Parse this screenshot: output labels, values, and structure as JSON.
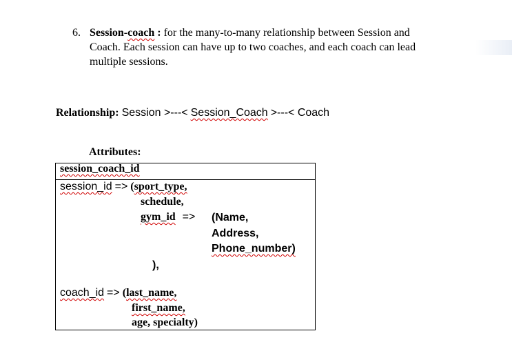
{
  "item": {
    "number": "6.",
    "title_a": "Session-",
    "title_b": "coach",
    "title_sep": " :",
    "line1_rest": " for the many-to-many relationship between Session and",
    "line2": "Coach. Each session can have up to two coaches, and each coach can lead",
    "line3": "multiple sessions."
  },
  "relationship": {
    "label": "Relationship:",
    "left": "Session >---<",
    "middle": "Session_Coach",
    "right": ">---< Coach"
  },
  "attributes": {
    "heading": "Attributes:",
    "primary_key": "session_coach_id",
    "session": {
      "fk": "session_id",
      "arrow": "=>",
      "open": "(",
      "sport_type": "sport_type,",
      "schedule": "schedule,",
      "gym_id": "gym_id",
      "gym_arrow": "=>",
      "gym_name": "(Name,",
      "gym_address": "Address,",
      "gym_phone": "Phone_number)",
      "close": "),"
    },
    "coach": {
      "fk": "coach_id",
      "arrow": "=>",
      "open": "(",
      "last_name": "last_name,",
      "first_name": "first_name,",
      "age_specialty": "age, specialty)"
    }
  }
}
